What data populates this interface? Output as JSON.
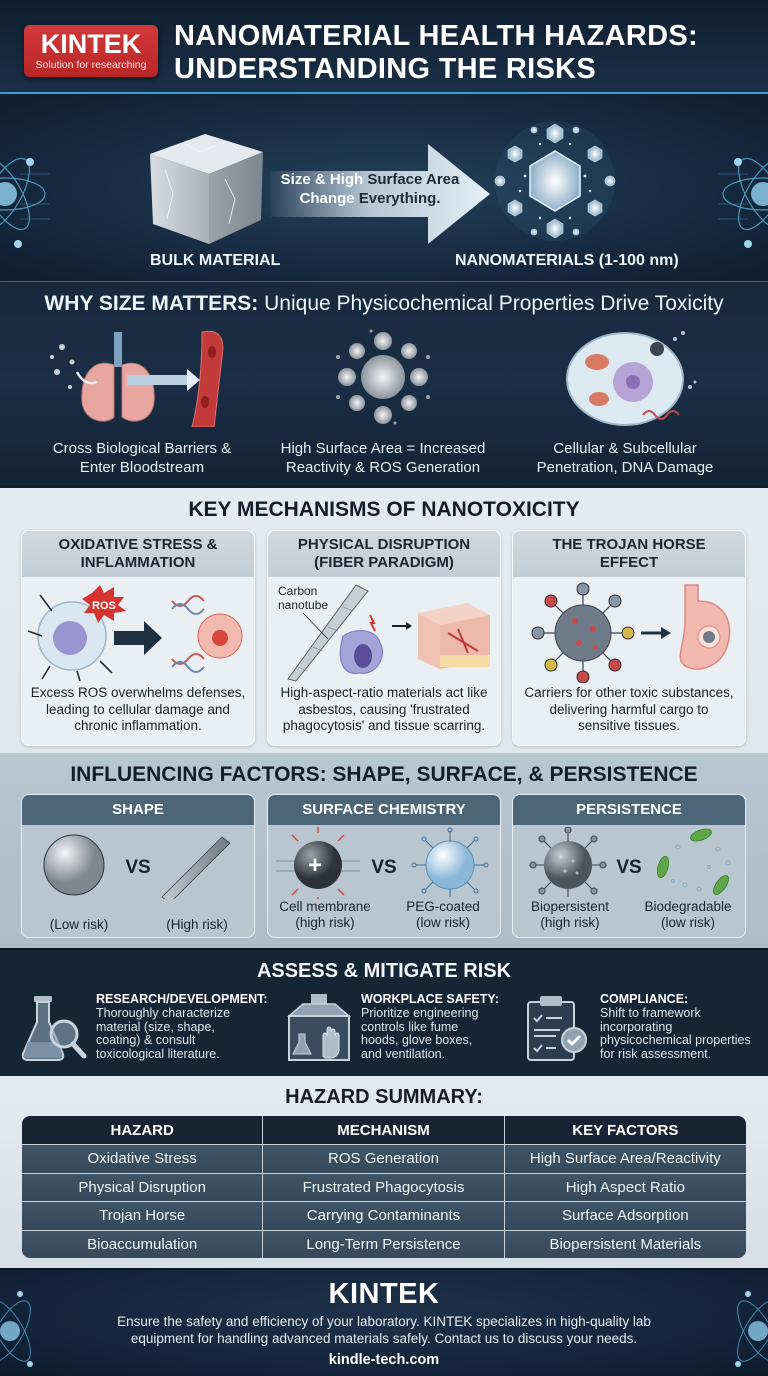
{
  "header": {
    "logo_name": "KINTEK",
    "logo_tagline": "Solution for researching",
    "title_line1": "NANOMATERIAL HEALTH HAZARDS:",
    "title_line2": "UNDERSTANDING THE RISKS"
  },
  "hero": {
    "arrow_text_part1": "Size & High ",
    "arrow_text_part2": "Surface Area",
    "arrow_text_part3": "Change ",
    "arrow_text_part4": "Everything.",
    "left_label": "BULK MATERIAL",
    "right_label": "NANOMATERIALS (1-100 nm)"
  },
  "why": {
    "title_bold": "WHY SIZE MATTERS:",
    "title_rest": " Unique Physicochemical Properties Drive Toxicity",
    "items": [
      {
        "icon": "lungs-bloodstream-icon",
        "line1": "Cross Biological Barriers &",
        "line2": "Enter Bloodstream"
      },
      {
        "icon": "particle-cluster-icon",
        "line1": "High Surface Area = Increased",
        "line2": "Reactivity & ROS Generation"
      },
      {
        "icon": "cell-dna-icon",
        "line1": "Cellular & Subcellular",
        "line2": "Penetration, DNA Damage"
      }
    ]
  },
  "mechanisms": {
    "title": "KEY MECHANISMS OF NANOTOXICITY",
    "cards": [
      {
        "head1": "OXIDATIVE STRESS &",
        "head2": "INFLAMMATION",
        "badge": "ROS",
        "text1": "Excess ROS overwhelms defenses,",
        "text2": "leading to cellular damage and",
        "text3": "chronic inflammation."
      },
      {
        "head1": "PHYSICAL DISRUPTION",
        "head2": "(FIBER PARADIGM)",
        "label1": "Carbon",
        "label2": "nanotube",
        "text1": "High-aspect-ratio materials act like",
        "text2": "asbestos, causing 'frustrated",
        "text3": "phagocytosis' and tissue scarring."
      },
      {
        "head1": "THE TROJAN HORSE",
        "head2": "EFFECT",
        "text1": "Carriers for other toxic substances,",
        "text2": "delivering harmful cargo to",
        "text3": "sensitive tissues."
      }
    ]
  },
  "factors": {
    "title": "INFLUENCING FACTORS: SHAPE, SURFACE, & PERSISTENCE",
    "vs": "VS",
    "cards": [
      {
        "head": "SHAPE",
        "left_name": "",
        "left_risk": "(Low risk)",
        "right_name": "",
        "right_risk": "(High risk)"
      },
      {
        "head": "SURFACE CHEMISTRY",
        "left_name": "Cell membrane",
        "left_risk": "(high risk)",
        "right_name": "PEG-coated",
        "right_risk": "(low risk)"
      },
      {
        "head": "PERSISTENCE",
        "left_name": "Biopersistent",
        "left_risk": "(high risk)",
        "right_name": "Biodegradable",
        "right_risk": "(low risk)"
      }
    ]
  },
  "assess": {
    "title": "ASSESS & MITIGATE RISK",
    "items": [
      {
        "icon": "flask-magnifier-icon",
        "head": "RESEARCH/DEVELOPMENT:",
        "l1": "Thoroughly characterize",
        "l2": "material (size, shape,",
        "l3": "coating) & consult",
        "l4": "toxicological literature."
      },
      {
        "icon": "fume-hood-icon",
        "head": "WORKPLACE SAFETY:",
        "l1": "Prioritize engineering",
        "l2": "controls like fume",
        "l3": "hoods, glove boxes,",
        "l4": "and ventilation."
      },
      {
        "icon": "clipboard-check-icon",
        "head": "COMPLIANCE:",
        "l1": "Shift to framework",
        "l2": "incorporating",
        "l3": "physicochemical properties",
        "l4": "for risk assessment."
      }
    ]
  },
  "summary": {
    "title": "HAZARD SUMMARY:",
    "columns": [
      "HAZARD",
      "MECHANISM",
      "KEY FACTORS"
    ],
    "rows": [
      [
        "Oxidative Stress",
        "ROS Generation",
        "High Surface Area/Reactivity"
      ],
      [
        "Physical Disruption",
        "Frustrated Phagocytosis",
        "High Aspect Ratio"
      ],
      [
        "Trojan Horse",
        "Carrying Contaminants",
        "Surface Adsorption"
      ],
      [
        "Bioaccumulation",
        "Long-Term Persistence",
        "Biopersistent Materials"
      ]
    ]
  },
  "footer": {
    "brand": "KINTEK",
    "line1": "Ensure the safety and efficiency of your laboratory. KINTEK specializes in high-quality lab",
    "line2": "equipment for handling advanced materials safely. Contact us to discuss your needs.",
    "link": "kindle-tech.com"
  },
  "colors": {
    "brand_red": "#c42f2f",
    "navy_dark": "#14253a",
    "accent_blue": "#3aa0d0",
    "light_panel": "#e4ebf0",
    "factor_panel": "#b8c6d0",
    "factor_header": "#4c6577",
    "table_header": "#182434",
    "table_cell": "#3a4f61"
  }
}
